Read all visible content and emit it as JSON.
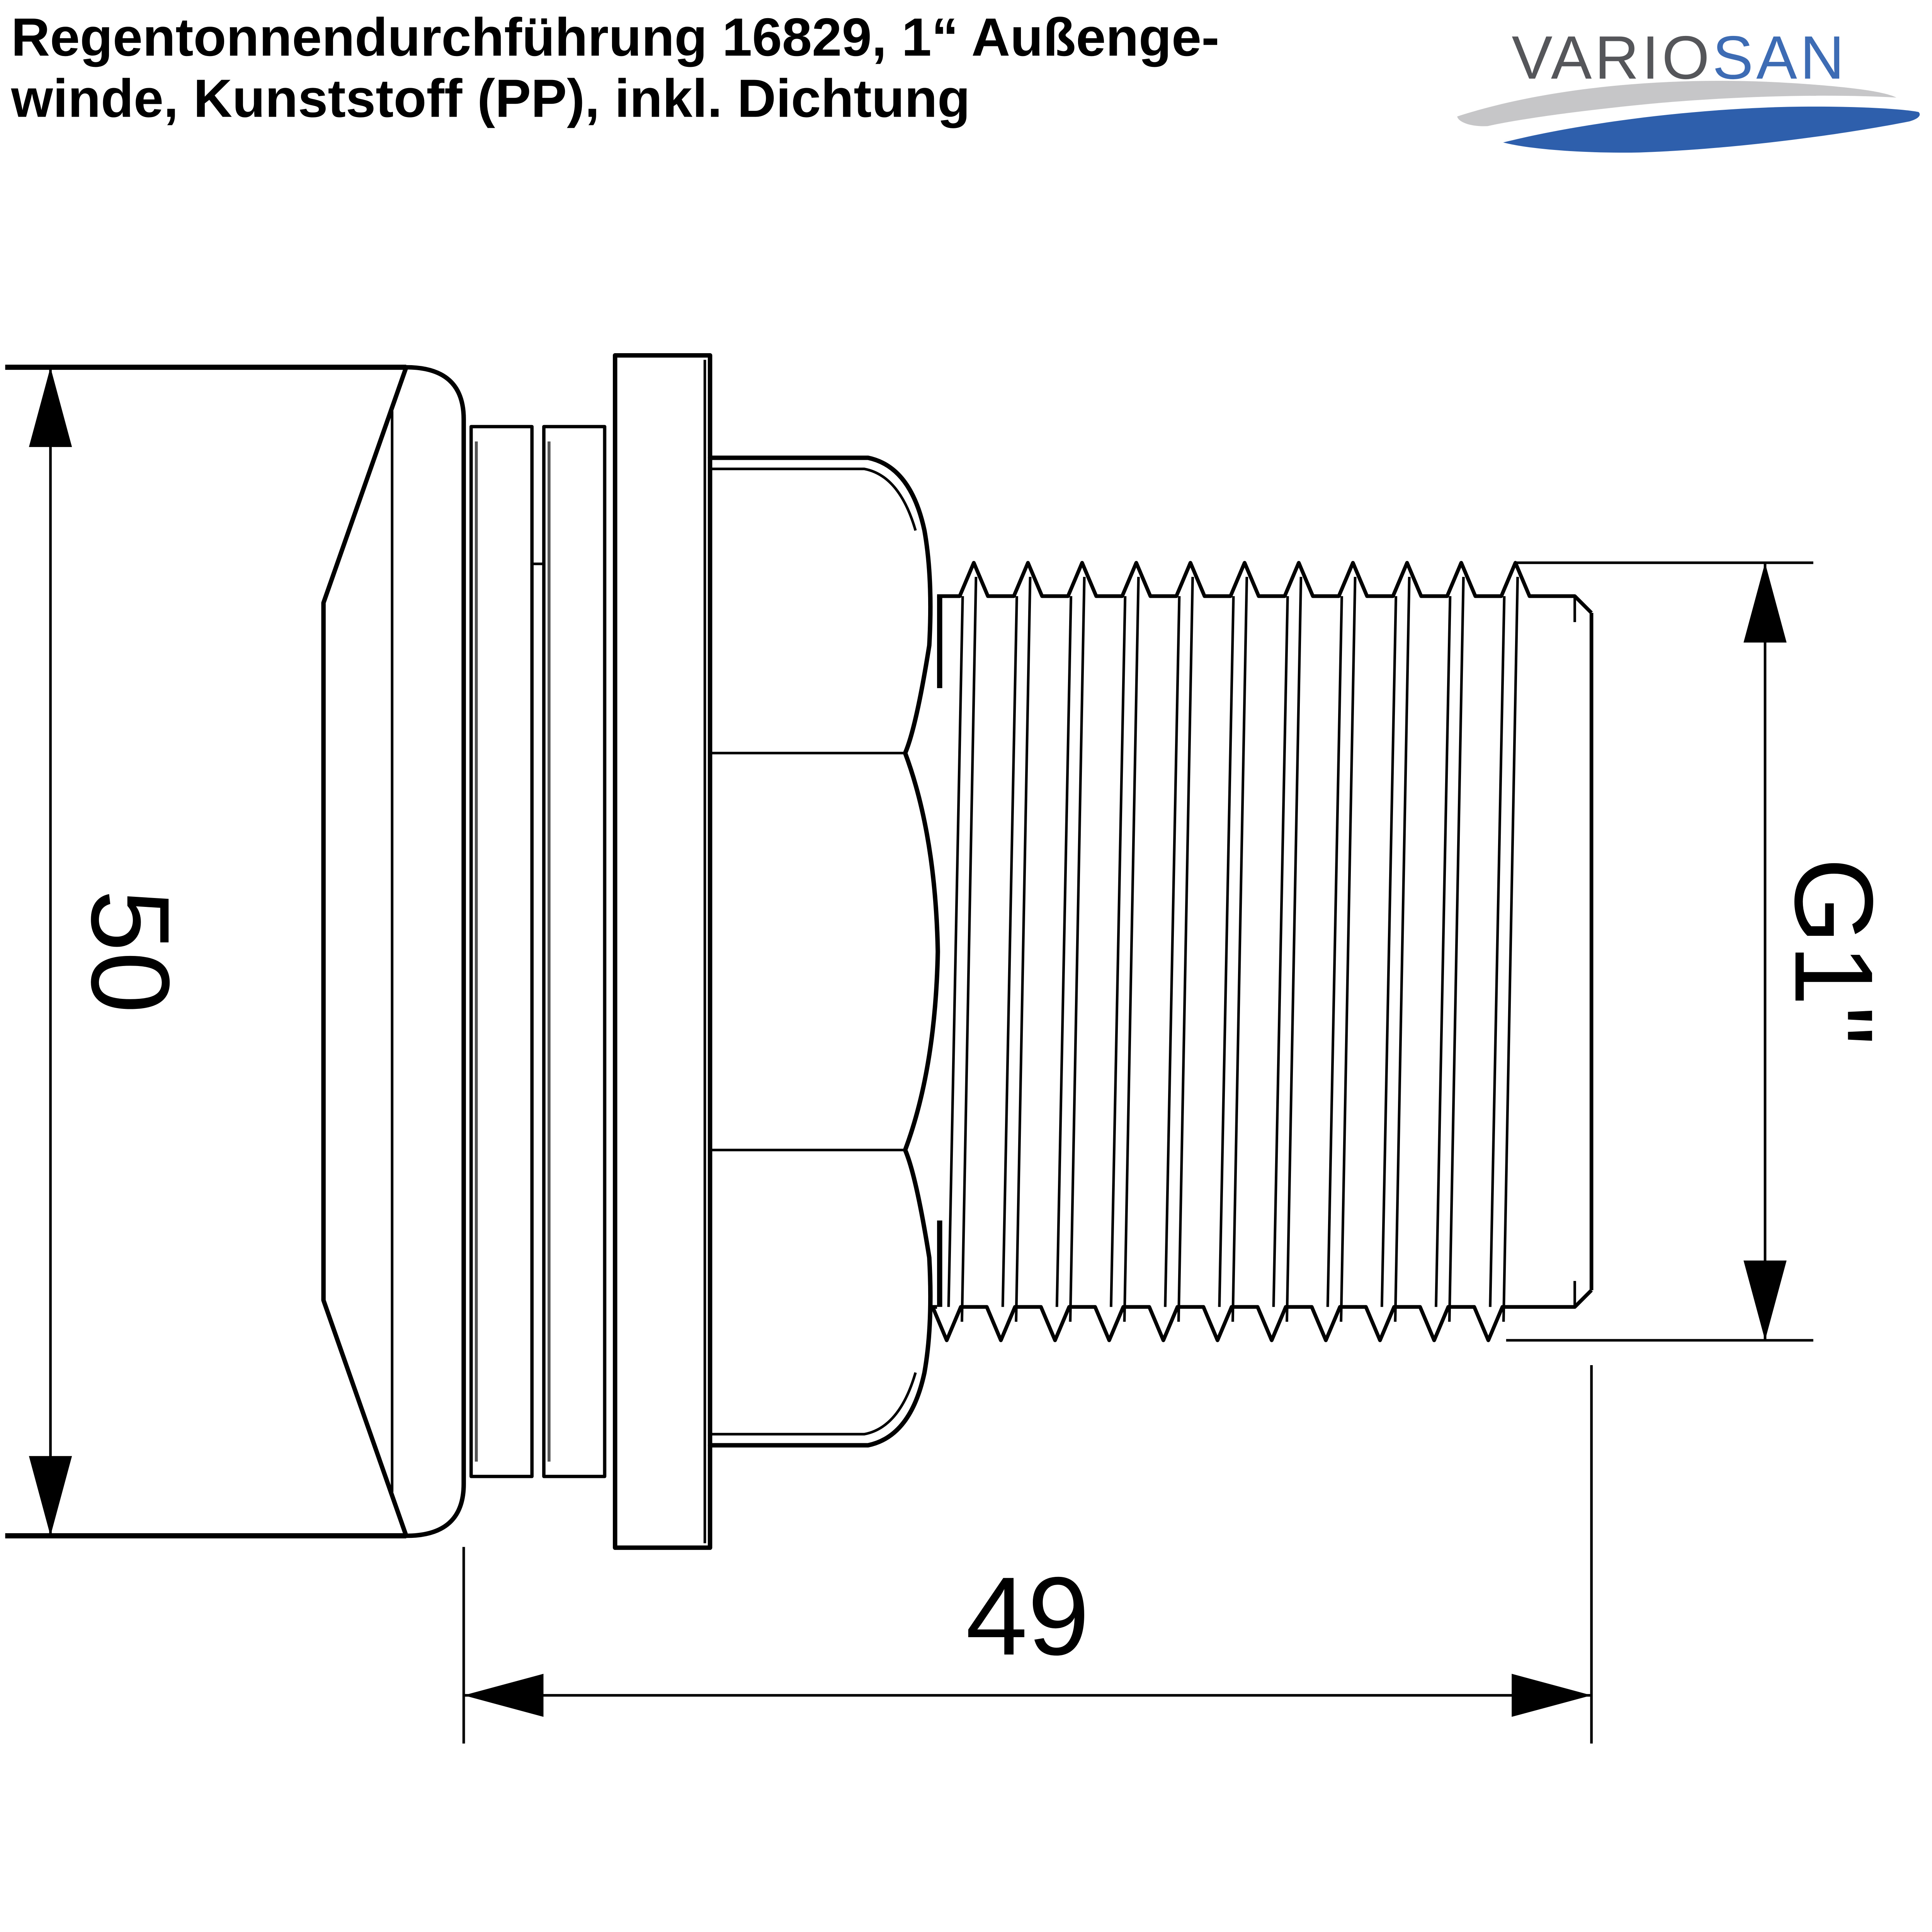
{
  "title": {
    "line1": "Regentonnendurchführung 16829, 1“ Außenge-",
    "line2": "winde, Kunststoff (PP), inkl. Dichtung"
  },
  "brand": {
    "primary": "VARIO",
    "secondary": "SAN",
    "primary_color": "#54565a",
    "secondary_color": "#3e6cb4",
    "wave_top_color": "#c6c6c8",
    "wave_bottom_color": "#2e5fad"
  },
  "dimension_labels": {
    "height_mm": "50",
    "length_mm": "49",
    "thread_size": "G1\""
  }
}
